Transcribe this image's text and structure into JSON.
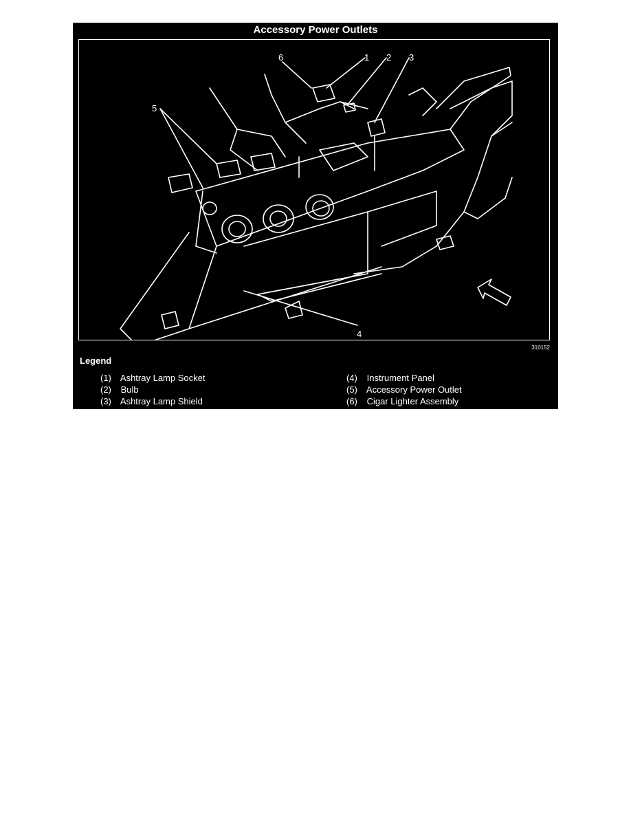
{
  "figure": {
    "title": "Accessory Power Outlets",
    "code": "310152",
    "callouts": [
      "6",
      "1",
      "2",
      "3",
      "5",
      "4"
    ]
  },
  "legend": {
    "title": "Legend",
    "items": [
      {
        "num": "(1)",
        "label": "Ashtray Lamp Socket"
      },
      {
        "num": "(2)",
        "label": "Bulb"
      },
      {
        "num": "(3)",
        "label": "Ashtray Lamp Shield"
      },
      {
        "num": "(4)",
        "label": "Instrument Panel"
      },
      {
        "num": "(5)",
        "label": "Accessory Power Outlet"
      },
      {
        "num": "(6)",
        "label": "Cigar Lighter Assembly"
      }
    ]
  },
  "colors": {
    "background": "#000000",
    "line": "#ffffff",
    "page": "#ffffff"
  }
}
